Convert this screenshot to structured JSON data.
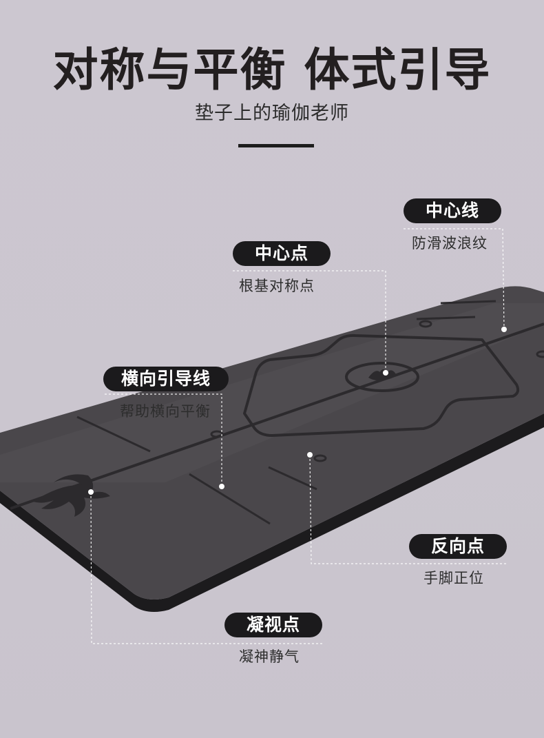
{
  "header": {
    "title": "对称与平衡 体式引导",
    "subtitle": "垫子上的瑜伽老师"
  },
  "callouts": [
    {
      "id": "center-line",
      "label": "中心线",
      "description": "防滑波浪纹"
    },
    {
      "id": "center-point",
      "label": "中心点",
      "description": "根基对称点"
    },
    {
      "id": "horizontal-guide",
      "label": "横向引导线",
      "description": "帮助横向平衡"
    },
    {
      "id": "reverse-point",
      "label": "反向点",
      "description": "手脚正位"
    },
    {
      "id": "focus-point",
      "label": "凝视点",
      "description": "凝神静气"
    }
  ],
  "colors": {
    "background": "#cdc8d1",
    "mat": "#4a474b",
    "mat_edge": "#1c1b1d",
    "pill": "#1b1a1c",
    "pill_text": "#ffffff"
  }
}
